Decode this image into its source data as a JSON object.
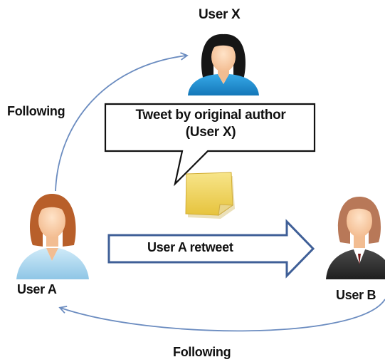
{
  "labels": {
    "user_x": "User X",
    "user_a": "User A",
    "user_b": "User B",
    "following_top": "Following",
    "following_bottom": "Following",
    "retweet": "User A retweet"
  },
  "callout": {
    "line1": "Tweet by original author",
    "line2": "(User X)"
  },
  "colors": {
    "arc": "#6b8cc0",
    "retweet_arrow_fill": "#ffffff",
    "retweet_arrow_stroke": "#3f5f97",
    "user_x_hair": "#161616",
    "user_x_shirt": "#1a8fd1",
    "user_a_hair": "#b85f2a",
    "user_a_shirt": "#a9d6ef",
    "user_b_hair": "#b87858",
    "user_b_jacket": "#2b2b2b",
    "note_fill": "#f1d761"
  },
  "icons": [
    "user-x-avatar-icon",
    "user-a-avatar-icon",
    "user-b-avatar-icon",
    "sticky-note-icon"
  ]
}
